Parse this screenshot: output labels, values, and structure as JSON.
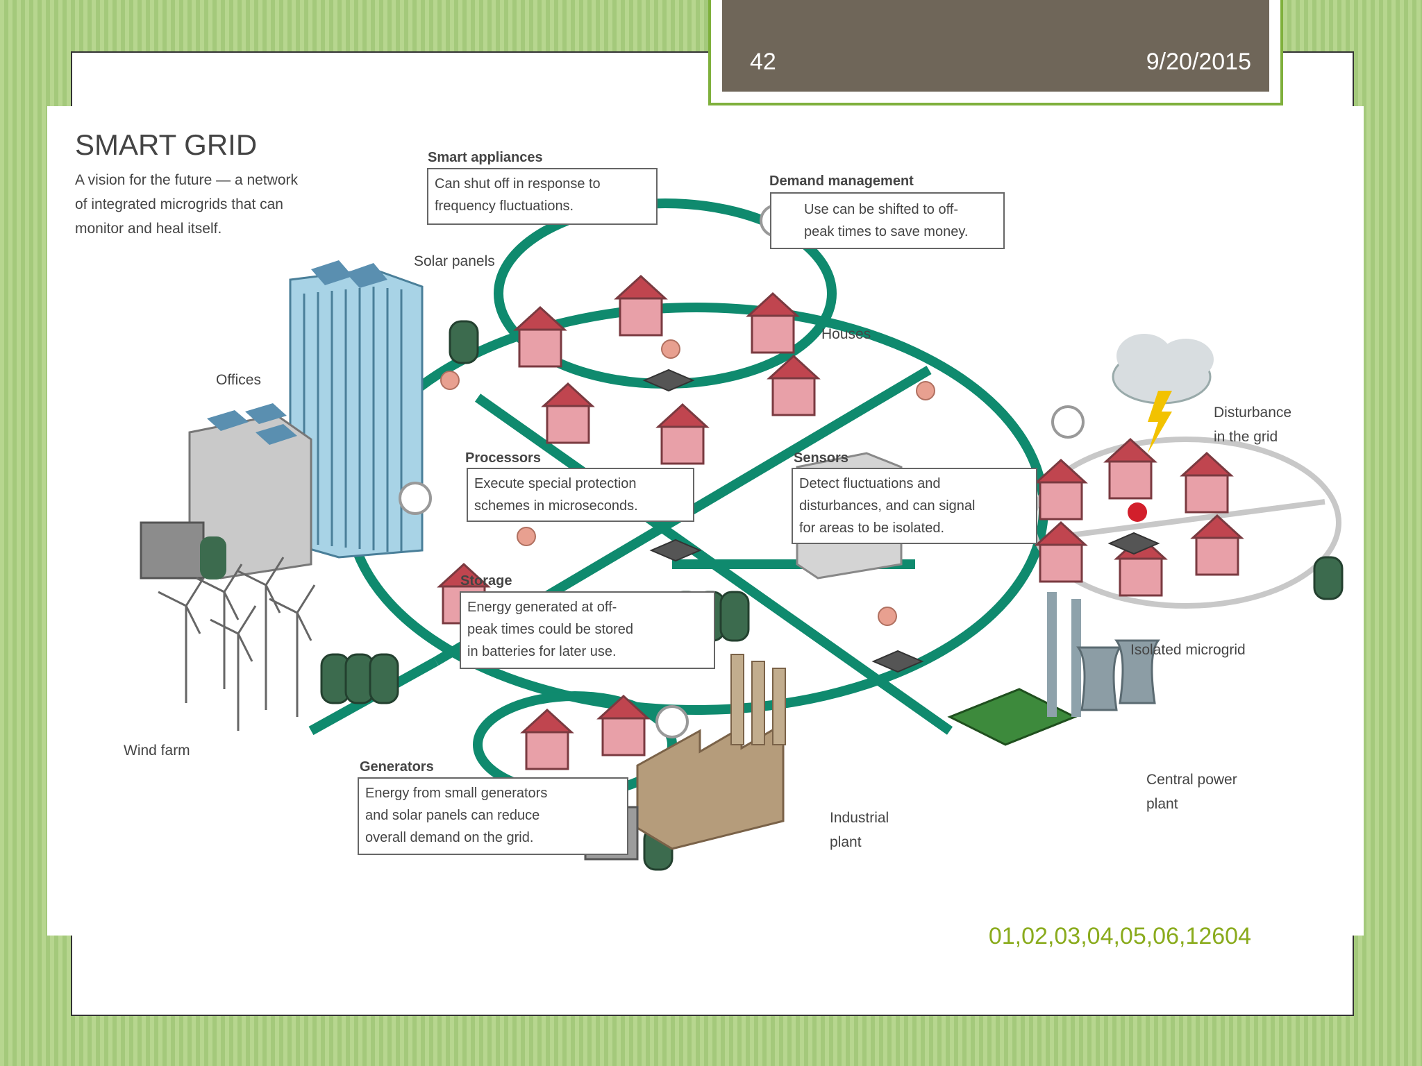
{
  "slide": {
    "number": "42",
    "date": "9/20/2015",
    "footer": "01,02,03,04,05,06,12604"
  },
  "diagram": {
    "title": "SMART GRID",
    "subtitle": [
      "A vision for the future — a network",
      "of integrated microgrids that can",
      "monitor and heal itself."
    ],
    "callouts": {
      "smart_appliances": {
        "heading": "Smart appliances",
        "text": [
          "Can shut off in response to",
          "frequency fluctuations."
        ]
      },
      "demand_management": {
        "heading": "Demand management",
        "text": [
          "Use can be shifted to off-",
          "peak times to save money."
        ]
      },
      "processors": {
        "heading": "Processors",
        "text": [
          "Execute special protection",
          "schemes in microseconds."
        ]
      },
      "sensors": {
        "heading": "Sensors",
        "text": [
          "Detect fluctuations and",
          "disturbances, and can signal",
          "for areas to be isolated."
        ]
      },
      "storage": {
        "heading": "Storage",
        "text": [
          "Energy generated at off-",
          "peak times could be stored",
          "in batteries for later use."
        ]
      },
      "generators": {
        "heading": "Generators",
        "text": [
          "Energy from small generators",
          "and solar panels can reduce",
          "overall demand on the grid."
        ]
      }
    },
    "labels": {
      "solar_panels": "Solar panels",
      "offices": "Offices",
      "houses": "Houses",
      "disturbance": [
        "Disturbance",
        "in the grid"
      ],
      "isolated_microgrid": "Isolated microgrid",
      "wind_farm": "Wind farm",
      "industrial_plant": [
        "Industrial",
        "plant"
      ],
      "central_power_plant": [
        "Central power",
        "plant"
      ]
    },
    "colors": {
      "grid_line": "#0f8a6e",
      "house": "#e8a0a8",
      "roof": "#c0454f",
      "tank": "#3c6b4e",
      "office": "#a8d3e6"
    }
  }
}
